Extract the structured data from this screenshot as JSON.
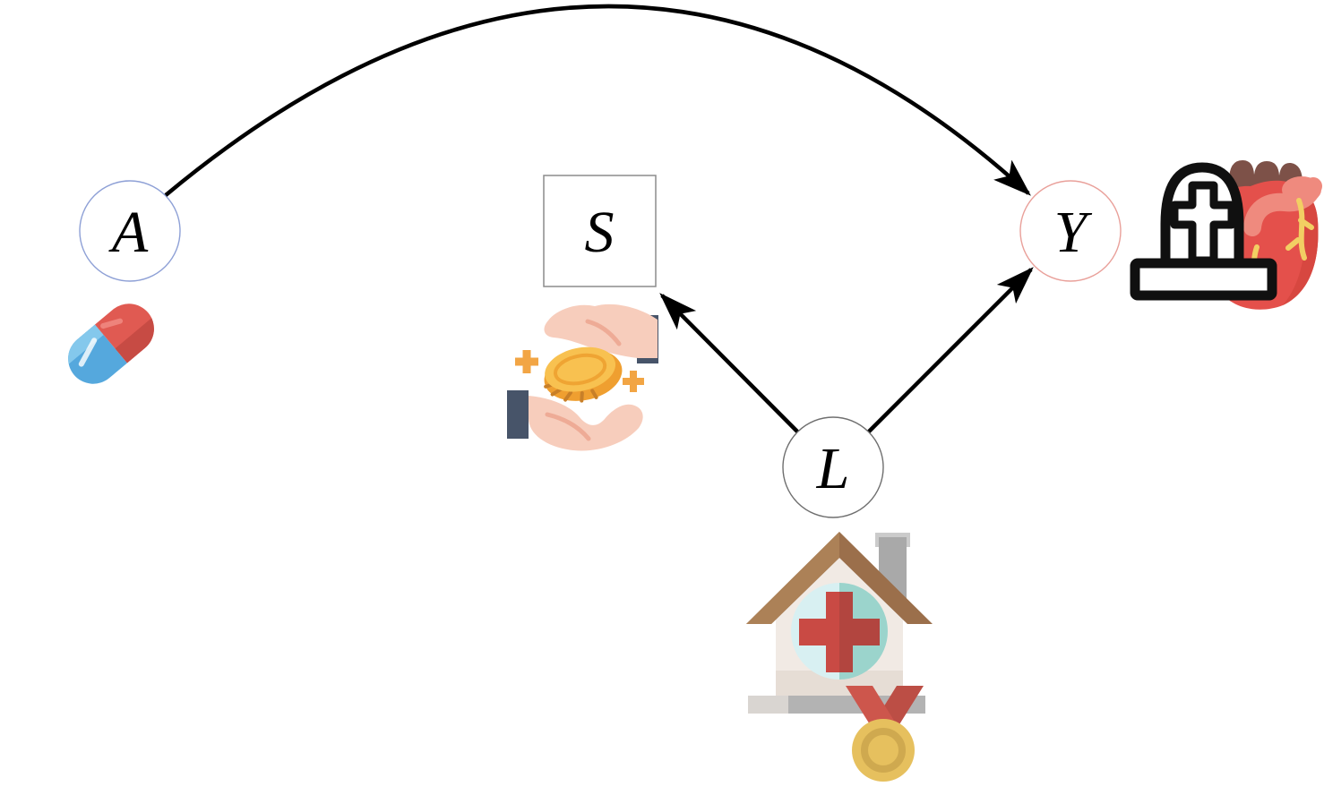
{
  "figure": {
    "type": "causal-dag",
    "background": "#ffffff",
    "edge_color": "#000000",
    "nodes": [
      {
        "id": "A",
        "label": "A",
        "shape": "circle",
        "label_color": "#3d55a8",
        "border_color": "#8ea0d6",
        "icon": "pill-icon"
      },
      {
        "id": "S",
        "label": "S",
        "shape": "square",
        "label_color": "#141414",
        "border_color": "#8c8c8c",
        "icon": "hands-coin-icon"
      },
      {
        "id": "Y",
        "label": "Y",
        "shape": "circle",
        "label_color": "#d93a2e",
        "border_color": "#e9a09a",
        "icon": "tombstone-heart-icon"
      },
      {
        "id": "L",
        "label": "L",
        "shape": "circle",
        "label_color": "#141414",
        "border_color": "#6f6f6f",
        "icon": "hospital-medal-icon"
      }
    ],
    "edges": [
      {
        "from": "A",
        "to": "Y",
        "style": "curved-arc"
      },
      {
        "from": "L",
        "to": "S",
        "style": "straight"
      },
      {
        "from": "L",
        "to": "Y",
        "style": "straight"
      }
    ],
    "icons": {
      "pill": {
        "colors": [
          "#e05a52",
          "#c74b44",
          "#55a8dd",
          "#84c8ec"
        ]
      },
      "hands_coin": {
        "colors": [
          "#f7cdbc",
          "#475469",
          "#ef9f30",
          "#f8c150",
          "#f2a544"
        ]
      },
      "tombstone_heart": {
        "colors": [
          "#101010",
          "#ffffff",
          "#e4504b",
          "#7d5148",
          "#ef8a7e",
          "#f2cf63"
        ]
      },
      "hospital_medal": {
        "colors": [
          "#ac8157",
          "#9b6f4b",
          "#f1eae4",
          "#a9a9a9",
          "#d8f0f2",
          "#9bd4cc",
          "#c94a44",
          "#cd564c",
          "#e6c05e"
        ]
      }
    }
  }
}
